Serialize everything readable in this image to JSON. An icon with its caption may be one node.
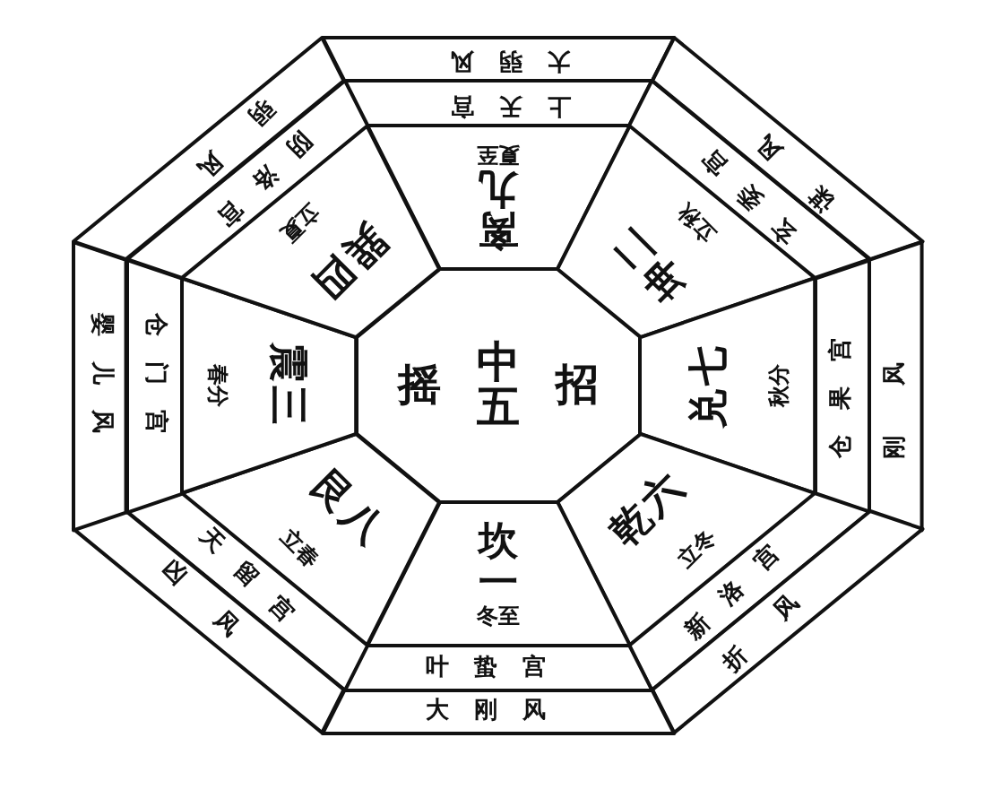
{
  "diagram": {
    "nodes": [
      {
        "text": [
          "摇",
          "中五",
          "招"
        ]
      },
      {
        "text": [
          "离九",
          "夏至"
        ]
      },
      {
        "text": [
          "上天宫"
        ]
      },
      {
        "text": [
          "大弱风"
        ]
      },
      {
        "text": [
          "坤二",
          "立秋"
        ]
      },
      {
        "text": [
          "玄委宫"
        ]
      },
      {
        "text": [
          "谋风"
        ]
      },
      {
        "text": [
          "兑七",
          "秋分"
        ]
      },
      {
        "text": [
          "仓果宫"
        ]
      },
      {
        "text": [
          "刚风"
        ]
      },
      {
        "text": [
          "乾六",
          "立冬"
        ]
      },
      {
        "text": [
          "新洛宫"
        ]
      },
      {
        "text": [
          "折风"
        ]
      },
      {
        "text": [
          "坎一",
          "冬至"
        ]
      },
      {
        "text": [
          "叶蛰宫"
        ]
      },
      {
        "text": [
          "大刚风"
        ]
      },
      {
        "text": [
          "艮八",
          "立春"
        ]
      },
      {
        "text": [
          "天留宫"
        ]
      },
      {
        "text": [
          "凶风"
        ]
      },
      {
        "text": [
          "震三",
          "春分"
        ]
      },
      {
        "text": [
          "仓门宫"
        ]
      },
      {
        "text": [
          "婴儿风"
        ]
      },
      {
        "text": [
          "巽四",
          "立夏"
        ]
      },
      {
        "text": [
          "阴洛宫"
        ]
      },
      {
        "text": [
          "弱风"
        ]
      }
    ]
  }
}
